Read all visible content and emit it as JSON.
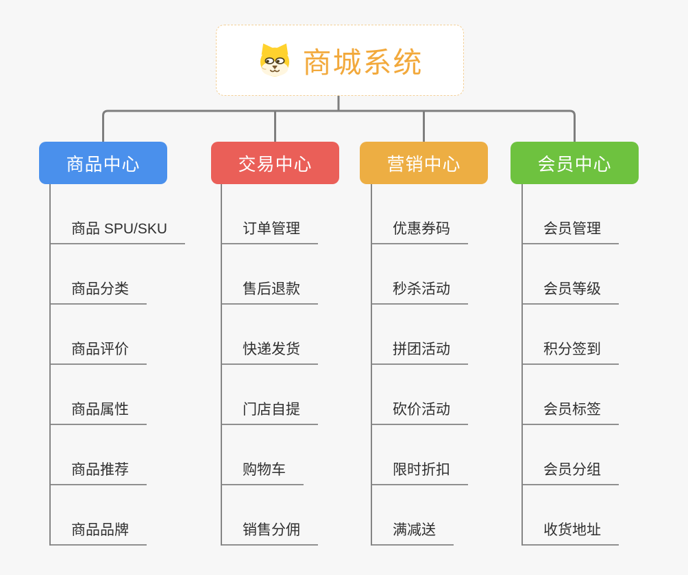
{
  "root": {
    "title": "商城系统",
    "icon": "dog-face-icon",
    "accent_color": "#F2A93C",
    "border_color": "#F3CF96"
  },
  "connector_color": "#7E7E7E",
  "background_color": "#f7f7f7",
  "branches": [
    {
      "label": "商品中心",
      "color": "#4A90EC",
      "items": [
        "商品 SPU/SKU",
        "商品分类",
        "商品评价",
        "商品属性",
        "商品推荐",
        "商品品牌"
      ]
    },
    {
      "label": "交易中心",
      "color": "#EA5F58",
      "items": [
        "订单管理",
        "售后退款",
        "快递发货",
        "门店自提",
        "购物车",
        "销售分佣"
      ]
    },
    {
      "label": "营销中心",
      "color": "#EDAE43",
      "items": [
        "优惠券码",
        "秒杀活动",
        "拼团活动",
        "砍价活动",
        "限时折扣",
        "满减送"
      ]
    },
    {
      "label": "会员中心",
      "color": "#6EC23F",
      "items": [
        "会员管理",
        "会员等级",
        "积分签到",
        "会员标签",
        "会员分组",
        "收货地址"
      ]
    }
  ]
}
